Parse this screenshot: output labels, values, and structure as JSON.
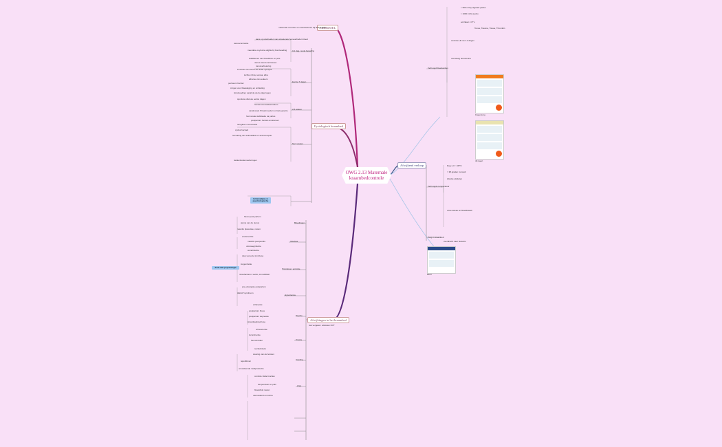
{
  "center": {
    "line1": "OWG 2.13 Maternale",
    "line2": "kraambedcontrole"
  },
  "hubs": {
    "leerdoel": "LEERDOEL",
    "fysiologisch": "Fysiologisch kraambed",
    "afwijkingen": "Afwijkingen in het kraambed",
    "afwijkingen_sub": "niet vergeten: uitsluiten DVT",
    "afwijkend": "Afwijkend verloop"
  },
  "leerdoel_text": "maternale controles en risicofactoren bij afwijkingen",
  "fys": {
    "b1": "0-1 dag, na de bevalling",
    "b1_items": [
      "kans op uitscheiden van wisselende hoeveelheden bloed",
      "uteruscontractie",
      "meerdere oxytocine afgifte bij borstvoeding",
      "stabiliseren van bloeddruk en pols",
      "uterus stand controleren",
      "tonusverbetering"
    ],
    "b2": "Eerste 7 dagen",
    "b2_items": [
      "involutie van uterus tot onder symfyse",
      "lochia: rubra, serosa, alba",
      "afname van oedeem",
      "perineum herstel",
      "zorgen voor blaasleging en ontlasting",
      "borstvoeding: vanaf de 2e-3e dag zogen",
      "spontane diurese eerste dagen"
    ],
    "b3": "2-6 weken",
    "b3_items": [
      "herstel van bekkenbodem",
      "vanaf week 6 baarmoeder normale grootte",
      "hormonale stabilisatie na partus",
      "postpartum herstel emotioneel"
    ],
    "b4": "Na 6 weken",
    "b4_items": [
      "terugkeer menstruatie",
      "cyclus herstelt",
      "hervatting van seksualiteit en anticonceptie",
      "bekkenbodemoefeningen"
    ],
    "tag1": "lichamelijke en psychologische"
  },
  "afw": {
    "g1": "Bloedingen",
    "g1_items": [
      "fluxus post partum",
      "atonie van de uterus",
      "retentio placentae, resten"
    ],
    "g2": "Infecties",
    "g2_items": [
      "endometritis",
      "mastitis puerperalis",
      "urineweginfectie",
      "wondinfectie"
    ],
    "tag2": "denk aan psychologie",
    "g3": "Trombose / embolie",
    "g3_items": [
      "diep veneuze trombose",
      "longembolie",
      "risicofactoren: sectio, immobiliteit"
    ],
    "g4": "Hypertensie",
    "g4_items": [
      "pre-eclampsie postpartum",
      "HELLP syndroom",
      "eclampsie"
    ],
    "g5": "Psyche",
    "g5_items": [
      "postpartum blues",
      "postpartum depressie",
      "kraambedpsychose"
    ],
    "g6": "Overig",
    "g6_items": [
      "urineretentie",
      "incontinentie",
      "hemorroïden",
      "symfysiolyse"
    ],
    "g7": "Voeding",
    "g7_items": [
      "stuwing van de borsten",
      "tepelkloven",
      "onvoldoende melkproductie"
    ],
    "g8": "Zorg",
    "g8_items": [
      "controle vitale functies",
      "temperatuur en pols",
      "bloeddruk meten",
      "uterusstand en lochia"
    ]
  },
  "afwijkend": {
    "s1": "Verhoogd bloedverlies",
    "s1_items": [
      "> 500 ml bij vaginale partus",
      "> 1000 ml bij sectio",
      "oorzaken: 4 T's",
      "Tonus, Trauma, Tissue, Thrombin",
      "controle Hb na 1-3 dagen",
      "overweeg uterotonica"
    ],
    "poster1": "Kraamzorg",
    "poster2": "4K kaart",
    "s2": "Verhoogde temperatuur",
    "s2_items": [
      "Dag 1-3: > 38°C",
      "> 38 graden: consult",
      "infectie uitsluiten",
      "urine kweek en bloedkweek"
    ],
    "s3": "Zorg in kraambed",
    "s3_items": [
      "overdracht naar huisarts"
    ],
    "poster3": "kaart"
  }
}
